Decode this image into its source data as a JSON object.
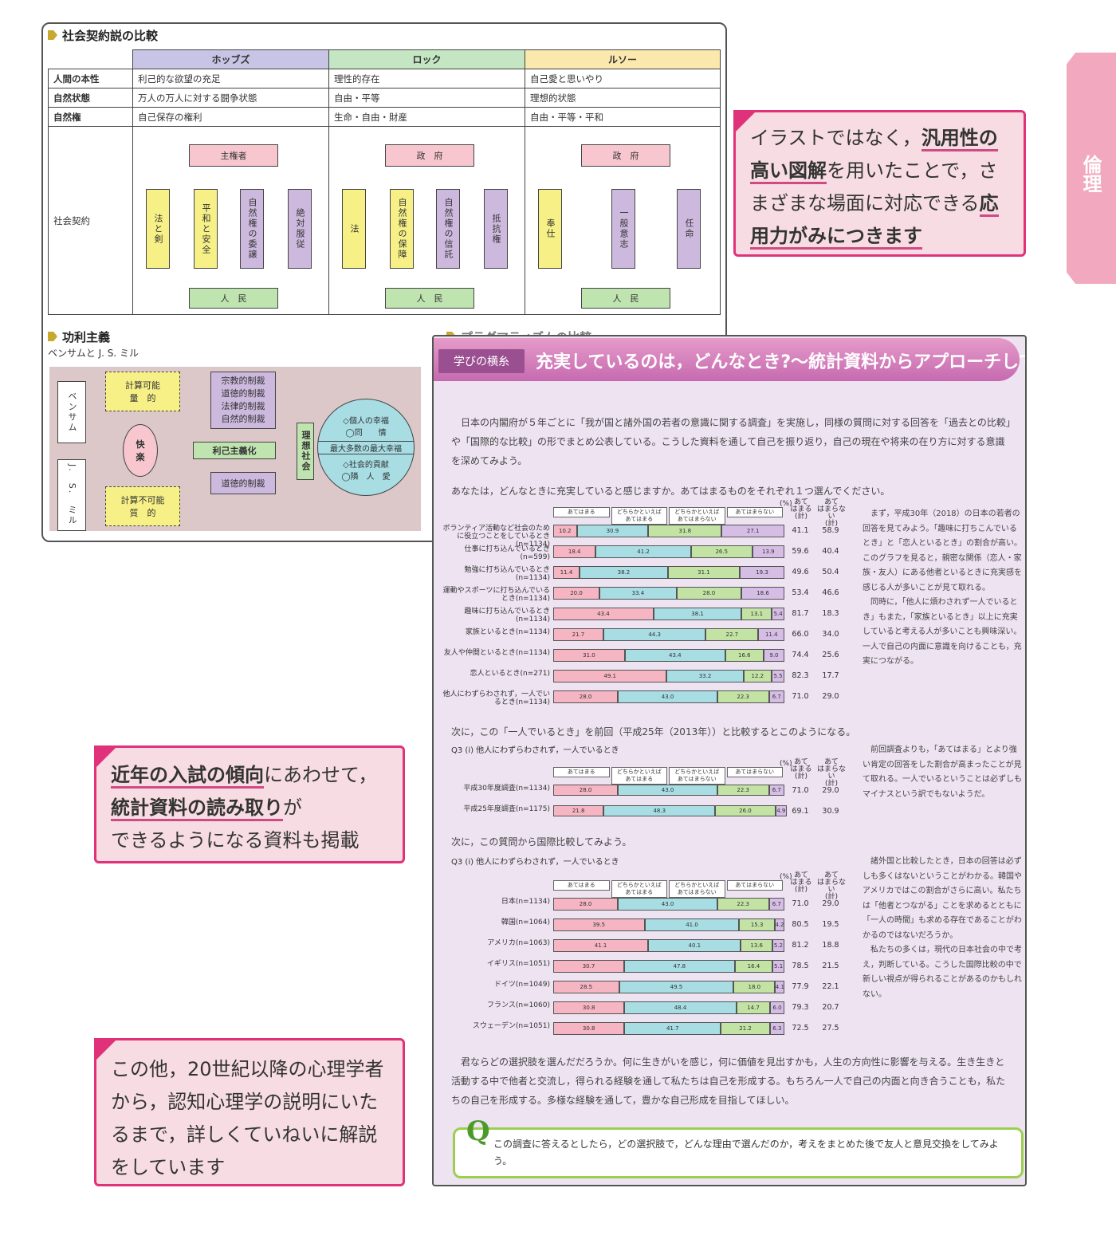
{
  "side_tab": "倫理",
  "contract": {
    "title": "社会契約説の比較",
    "columns": [
      "ホッブズ",
      "ロック",
      "ルソー"
    ],
    "rows": [
      {
        "label": "人間の本性",
        "values": [
          "利己的な欲望の充足",
          "理性的存在",
          "自己愛と思いやり"
        ]
      },
      {
        "label": "自然状態",
        "values": [
          "万人の万人に対する闘争状態",
          "自由・平等",
          "理想的状態"
        ]
      },
      {
        "label": "自然権",
        "values": [
          "自己保存の権利",
          "生命・自由・財産",
          "自由・平等・平和"
        ]
      }
    ],
    "row4_label": "社会契約",
    "hobbes": {
      "top": "主権者",
      "bottom": "人　民",
      "a": "法と剣",
      "b": "平和と安全",
      "c": "自然権の委譲",
      "d": "絶対服従"
    },
    "locke": {
      "top": "政　府",
      "bottom": "人　民",
      "a": "法",
      "b": "自然権の保障",
      "c": "自然権の信託",
      "d": "抵抗権"
    },
    "rousseau": {
      "top": "政　府",
      "bottom": "人　民",
      "a": "奉仕",
      "b": "一般意志",
      "c": "任命"
    }
  },
  "util": {
    "title": "功利主義",
    "subtitle": "ベンサムと J. S. ミル",
    "bentham": "ベンサム",
    "mill": "J.　S.　ミル",
    "calc": "計算可能\n量　的",
    "noncalc": "計算不可能\n質　的",
    "pleasure": "快\n楽",
    "sanctions": "宗教的制裁\n道徳的制裁\n法律的制裁\n自然的制裁",
    "moral": "道徳的制裁",
    "altruism": "利己主義化",
    "ideal": "理想社会",
    "circle_top": "◇個人の幸福\n◯同　　情",
    "circle_mid": "最大多数の最大幸福",
    "circle_bot": "◇社会的貢献\n◯隣　人　愛",
    "cut_heading": "プラグマティズムの比較"
  },
  "callouts": {
    "c1_pre": "イラストではなく，",
    "c1_u1": "汎用性の高い図解",
    "c1_mid": "を用いたことで，さまざまな場面に対応できる",
    "c1_u2": "応用力がみにつきます",
    "c2_u1": "近年の入試の傾向",
    "c2_mid": "にあわせて，",
    "c2_u2": "統計資料の読み取り",
    "c2_end": "が\nできるようになる資料も掲載",
    "c3": "この他，20世紀以降の心理学者から，認知心理学の説明にいたるまで，詳しくていねいに解説をしています"
  },
  "study": {
    "tag": "学びの横糸",
    "title": "充実しているのは，どんなとき?〜統計資料からアプローチしてみよう〜",
    "intro": "　日本の内閣府が５年ごとに「我が国と諸外国の若者の意識に関する調査」を実施し，同様の質問に対する回答を「過去との比較」や「国際的な比較」の形でまとめ公表している。こうした資料を通して自己を振り返り，自己の現在や将来の在り方に対する意識を深めてみよう。",
    "q1": "あなたは，どんなときに充実していると感じますか。あてはまるものをそれぞれ１つ選んでください。",
    "legend": [
      "あてはまる",
      "どちらかといえば\nあてはまる",
      "どちらかといえば\nあてはまらない",
      "あてはまらない"
    ],
    "pct": "(%)",
    "col_a": "あて\nはまる\n(計)",
    "col_b": "あて\nはまらない\n(計)",
    "side1": "　まず，平成30年（2018）の日本の若者の回答を見てみよう。「趣味に打ちこんでいるとき」と「恋人といるとき」の割合が高い。このグラフを見ると，親密な関係（恋人・家族・友人）にある他者といるときに充実感を感じる人が多いことが見て取れる。\n　同時に，「他人に煩わされず一人でいるとき」もまた，「家族といるとき」以上に充実していると考える人が多いことも興味深い。一人で自己の内面に意識を向けることも，充実につながる。",
    "q2": "次に，この「一人でいるとき」を前回（平成25年（2013年））と比較するとこのようになる。",
    "q2_sub": "Q3 (i) 他人にわずらわされず，一人でいるとき",
    "side2": "　前回調査よりも，「あてはまる」とより強い肯定の回答をした割合が高まったことが見て取れる。一人でいるということは必ずしもマイナスという訳でもないようだ。",
    "q3": "次に，この質問から国際比較してみよう。",
    "q3_sub": "Q3 (i) 他人にわずらわされず，一人でいるとき",
    "side3": "　諸外国と比較したとき，日本の回答は必ずしも多くはないということがわかる。韓国やアメリカではこの割合がさらに高い。私たちは「他者とつながる」ことを求めるとともに「一人の時間」も求める存在であることがわかるのではないだろうか。\n　私たちの多くは，現代の日本社会の中で考え，判断している。こうした国際比較の中で新しい視点が得られることがあるのかもしれない。",
    "outro": "　君ならどの選択肢を選んだだろうか。何に生きがいを感じ，何に価値を見出すかも，人生の方向性に影響を与える。生き生きと活動する中で他者と交流し，得られる経験を通して私たちは自己を形成する。もちろん一人で自己の内面と向き合うことも，私たちの自己を形成する。多様な経験を通して，豊かな自己形成を目指してほしい。",
    "q_mark": "Q",
    "q_text": "この調査に答えるとしたら，どの選択肢で，どんな理由で選んだのか，考えをまとめた後で友人と意見交換をしてみよう。"
  },
  "chart_data": [
    {
      "type": "bar",
      "stacked": true,
      "title": "",
      "categories": [
        "ボランティア活動など社会のために役立つことをしているとき(n=1134)",
        "仕事に打ち込んでいるとき(n=599)",
        "勉強に打ち込んでいるとき(n=1134)",
        "運動やスポーツに打ち込んでいるとき(n=1134)",
        "趣味に打ち込んでいるとき(n=1134)",
        "家族といるとき(n=1134)",
        "友人や仲間といるとき(n=1134)",
        "恋人といるとき(n=271)",
        "他人にわずらわされず，一人でいるとき(n=1134)"
      ],
      "series": [
        {
          "name": "あてはまる",
          "values": [
            10.2,
            18.4,
            11.4,
            20.0,
            43.4,
            21.7,
            31.0,
            49.1,
            28.0
          ]
        },
        {
          "name": "どちらかといえばあてはまる",
          "values": [
            30.9,
            41.2,
            38.2,
            33.4,
            38.1,
            44.3,
            43.4,
            33.2,
            43.0
          ]
        },
        {
          "name": "どちらかといえばあてはまらない",
          "values": [
            31.8,
            26.5,
            31.1,
            28.0,
            13.1,
            22.7,
            16.6,
            12.2,
            22.3
          ]
        },
        {
          "name": "あてはまらない",
          "values": [
            27.1,
            13.9,
            19.3,
            18.6,
            5.4,
            11.4,
            9.0,
            5.5,
            6.7
          ]
        }
      ],
      "sum_a": [
        41.1,
        59.6,
        49.6,
        53.4,
        81.7,
        66.0,
        74.4,
        82.3,
        71.0
      ],
      "sum_b": [
        58.9,
        40.4,
        50.4,
        46.6,
        18.3,
        34.0,
        25.6,
        17.7,
        29.0
      ]
    },
    {
      "type": "bar",
      "stacked": true,
      "title": "",
      "categories": [
        "平成30年度調査(n=1134)",
        "平成25年度調査(n=1175)"
      ],
      "series": [
        {
          "name": "あてはまる",
          "values": [
            28.0,
            21.8
          ]
        },
        {
          "name": "どちらかといえばあてはまる",
          "values": [
            43.0,
            48.3
          ]
        },
        {
          "name": "どちらかといえばあてはまらない",
          "values": [
            22.3,
            26.0
          ]
        },
        {
          "name": "あてはまらない",
          "values": [
            6.7,
            4.9
          ]
        }
      ],
      "sum_a": [
        71.0,
        69.1
      ],
      "sum_b": [
        29.0,
        30.9
      ]
    },
    {
      "type": "bar",
      "stacked": true,
      "title": "",
      "categories": [
        "日本(n=1134)",
        "韓国(n=1064)",
        "アメリカ(n=1063)",
        "イギリス(n=1051)",
        "ドイツ(n=1049)",
        "フランス(n=1060)",
        "スウェーデン(n=1051)"
      ],
      "series": [
        {
          "name": "あてはまる",
          "values": [
            28.0,
            39.5,
            41.1,
            30.7,
            28.5,
            30.8,
            30.8
          ]
        },
        {
          "name": "どちらかといえばあてはまる",
          "values": [
            43.0,
            41.0,
            40.1,
            47.8,
            49.5,
            48.4,
            41.7
          ]
        },
        {
          "name": "どちらかといえばあてはまらない",
          "values": [
            22.3,
            15.3,
            13.6,
            16.4,
            18.0,
            14.7,
            21.2
          ]
        },
        {
          "name": "あてはまらない",
          "values": [
            6.7,
            4.2,
            5.2,
            5.1,
            4.1,
            6.0,
            6.3
          ]
        }
      ],
      "sum_a": [
        71.0,
        80.5,
        81.2,
        78.5,
        77.9,
        79.3,
        72.5
      ],
      "sum_b": [
        29.0,
        19.5,
        18.8,
        21.5,
        22.1,
        20.7,
        27.5
      ]
    }
  ],
  "colors": {
    "s1": "#f5b5c2",
    "s2": "#a7dde3",
    "s3": "#c3e3a5",
    "s4": "#d6bde6",
    "accent": "#e0327a"
  }
}
